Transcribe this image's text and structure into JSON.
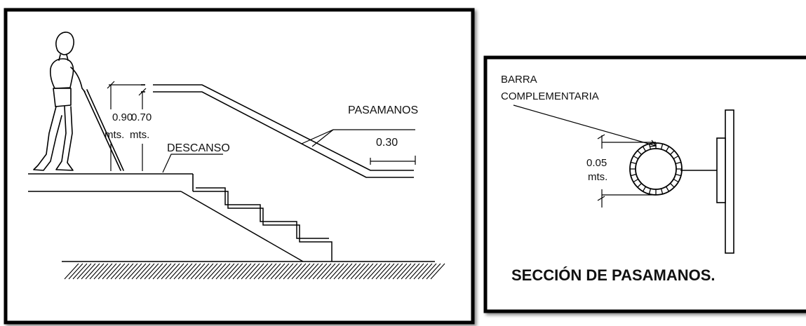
{
  "left_panel": {
    "dim_090_value": "0.90",
    "dim_090_unit": "mts.",
    "dim_070_value": "0.70",
    "dim_070_unit": "mts.",
    "descanso": "DESCANSO",
    "pasamanos": "PASAMANOS",
    "dim_030": "0.30"
  },
  "right_panel": {
    "barra_line1": "BARRA",
    "barra_line2": "COMPLEMENTARIA",
    "dim_005_value": "0.05",
    "dim_005_unit": "mts.",
    "title": "SECCIÓN DE PASAMANOS."
  }
}
